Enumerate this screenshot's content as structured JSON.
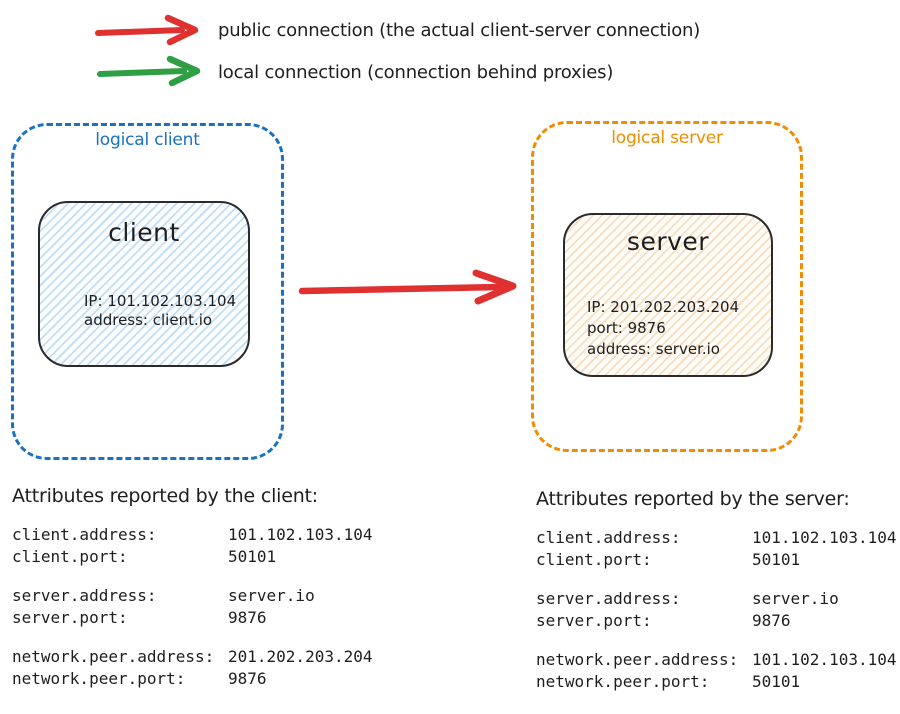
{
  "colors": {
    "public_connection": "#e03131",
    "local_connection": "#2f9e44",
    "logical_client_accent": "#1971c2",
    "logical_server_accent": "#f08c00",
    "text": "#1e1e1e",
    "client_node_fill": "#ddebf8",
    "server_node_fill": "#f7e7cf"
  },
  "legend": {
    "public": {
      "label": "public connection (the actual client-server connection)"
    },
    "local": {
      "label": "local connection (connection behind proxies)"
    }
  },
  "logical_client": {
    "label": "logical client",
    "node": {
      "title": "client",
      "lines": [
        "IP: 101.102.103.104",
        "address: client.io"
      ]
    }
  },
  "logical_server": {
    "label": "logical server",
    "node": {
      "title": "server",
      "lines": [
        "IP: 201.202.203.204",
        "port: 9876",
        "address: server.io"
      ]
    }
  },
  "client_attributes": {
    "title": "Attributes reported by the client:",
    "groups": [
      [
        {
          "key": "client.address:",
          "value": "101.102.103.104"
        },
        {
          "key": "client.port:",
          "value": "50101"
        }
      ],
      [
        {
          "key": "server.address:",
          "value": "server.io"
        },
        {
          "key": "server.port:",
          "value": "9876"
        }
      ],
      [
        {
          "key": "network.peer.address:",
          "value": "201.202.203.204"
        },
        {
          "key": "network.peer.port:",
          "value": "9876"
        }
      ]
    ]
  },
  "server_attributes": {
    "title": "Attributes reported by the server:",
    "groups": [
      [
        {
          "key": "client.address:",
          "value": "101.102.103.104"
        },
        {
          "key": "client.port:",
          "value": "50101"
        }
      ],
      [
        {
          "key": "server.address:",
          "value": "server.io"
        },
        {
          "key": "server.port:",
          "value": "9876"
        }
      ],
      [
        {
          "key": "network.peer.address:",
          "value": "101.102.103.104"
        },
        {
          "key": "network.peer.port:",
          "value": "50101"
        }
      ]
    ]
  }
}
